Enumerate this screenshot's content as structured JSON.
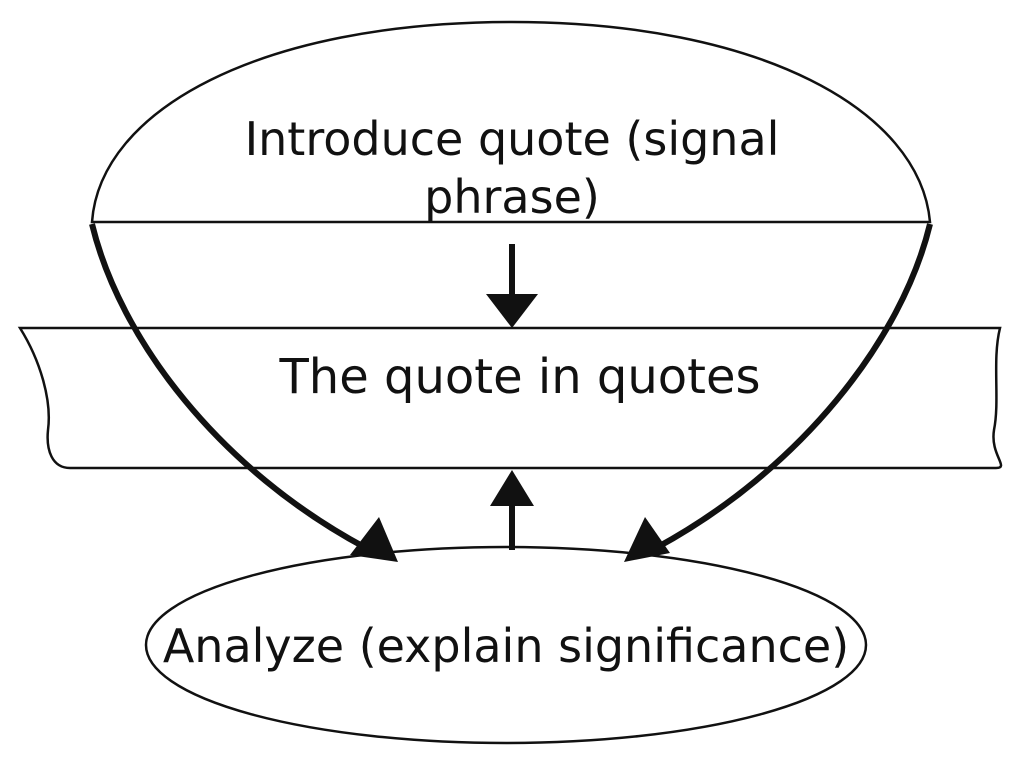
{
  "diagram": {
    "top_node": {
      "line1": "Introduce quote (signal",
      "line2": "phrase)"
    },
    "middle_node": {
      "label": "The quote in quotes"
    },
    "bottom_node": {
      "label": "Analyze (explain significance)"
    },
    "colors": {
      "stroke": "#111111",
      "background": "#ffffff"
    }
  }
}
